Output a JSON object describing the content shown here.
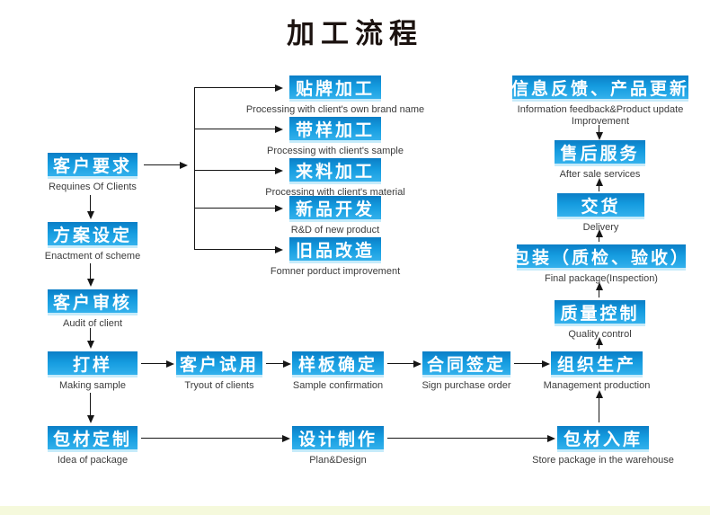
{
  "title": "加工流程",
  "colors": {
    "box_top": "#0b7ec6",
    "box_bottom": "#33b1ec",
    "box_glow": "#c6ebfa",
    "label_text": "#3c3c3c",
    "arrow": "#161616",
    "bottom_strip": "#f5f9dc"
  },
  "nodes": {
    "client_requirements": {
      "zh": "客户要求",
      "en": "Requines Of Clients"
    },
    "scheme_enactment": {
      "zh": "方案设定",
      "en": "Enactment of scheme"
    },
    "client_audit": {
      "zh": "客户审核",
      "en": "Audit of client"
    },
    "making_sample": {
      "zh": "打样",
      "en": "Making sample"
    },
    "package_custom": {
      "zh": "包材定制",
      "en": "Idea of package"
    },
    "brand_processing": {
      "zh": "贴牌加工",
      "en": "Processing with client's own brand name"
    },
    "sample_processing": {
      "zh": "带样加工",
      "en": "Processing with client's sample"
    },
    "material_processing": {
      "zh": "来料加工",
      "en": "Processing with client's material"
    },
    "new_product": {
      "zh": "新品开发",
      "en": "R&D of new product"
    },
    "old_product": {
      "zh": "旧品改造",
      "en": "Fomner porduct improvement"
    },
    "client_tryout": {
      "zh": "客户试用",
      "en": "Tryout of clients"
    },
    "sample_confirmation": {
      "zh": "样板确定",
      "en": "Sample confirmation"
    },
    "contract_signing": {
      "zh": "合同签定",
      "en": "Sign purchase order"
    },
    "production": {
      "zh": "组织生产",
      "en": "Management production"
    },
    "plan_design": {
      "zh": "设计制作",
      "en": "Plan&Design"
    },
    "package_warehouse": {
      "zh": "包材入库",
      "en": "Store package in the warehouse"
    },
    "feedback_update": {
      "zh": "信息反馈、产品更新",
      "en": "Information feedback&Product update Improvement"
    },
    "after_sale": {
      "zh": "售后服务",
      "en": "After sale services"
    },
    "delivery": {
      "zh": "交货",
      "en": "Delivery"
    },
    "final_package": {
      "zh": "包装（质检、验收）",
      "en": "Final package(Inspection)"
    },
    "quality_control": {
      "zh": "质量控制",
      "en": "Quality control"
    }
  }
}
